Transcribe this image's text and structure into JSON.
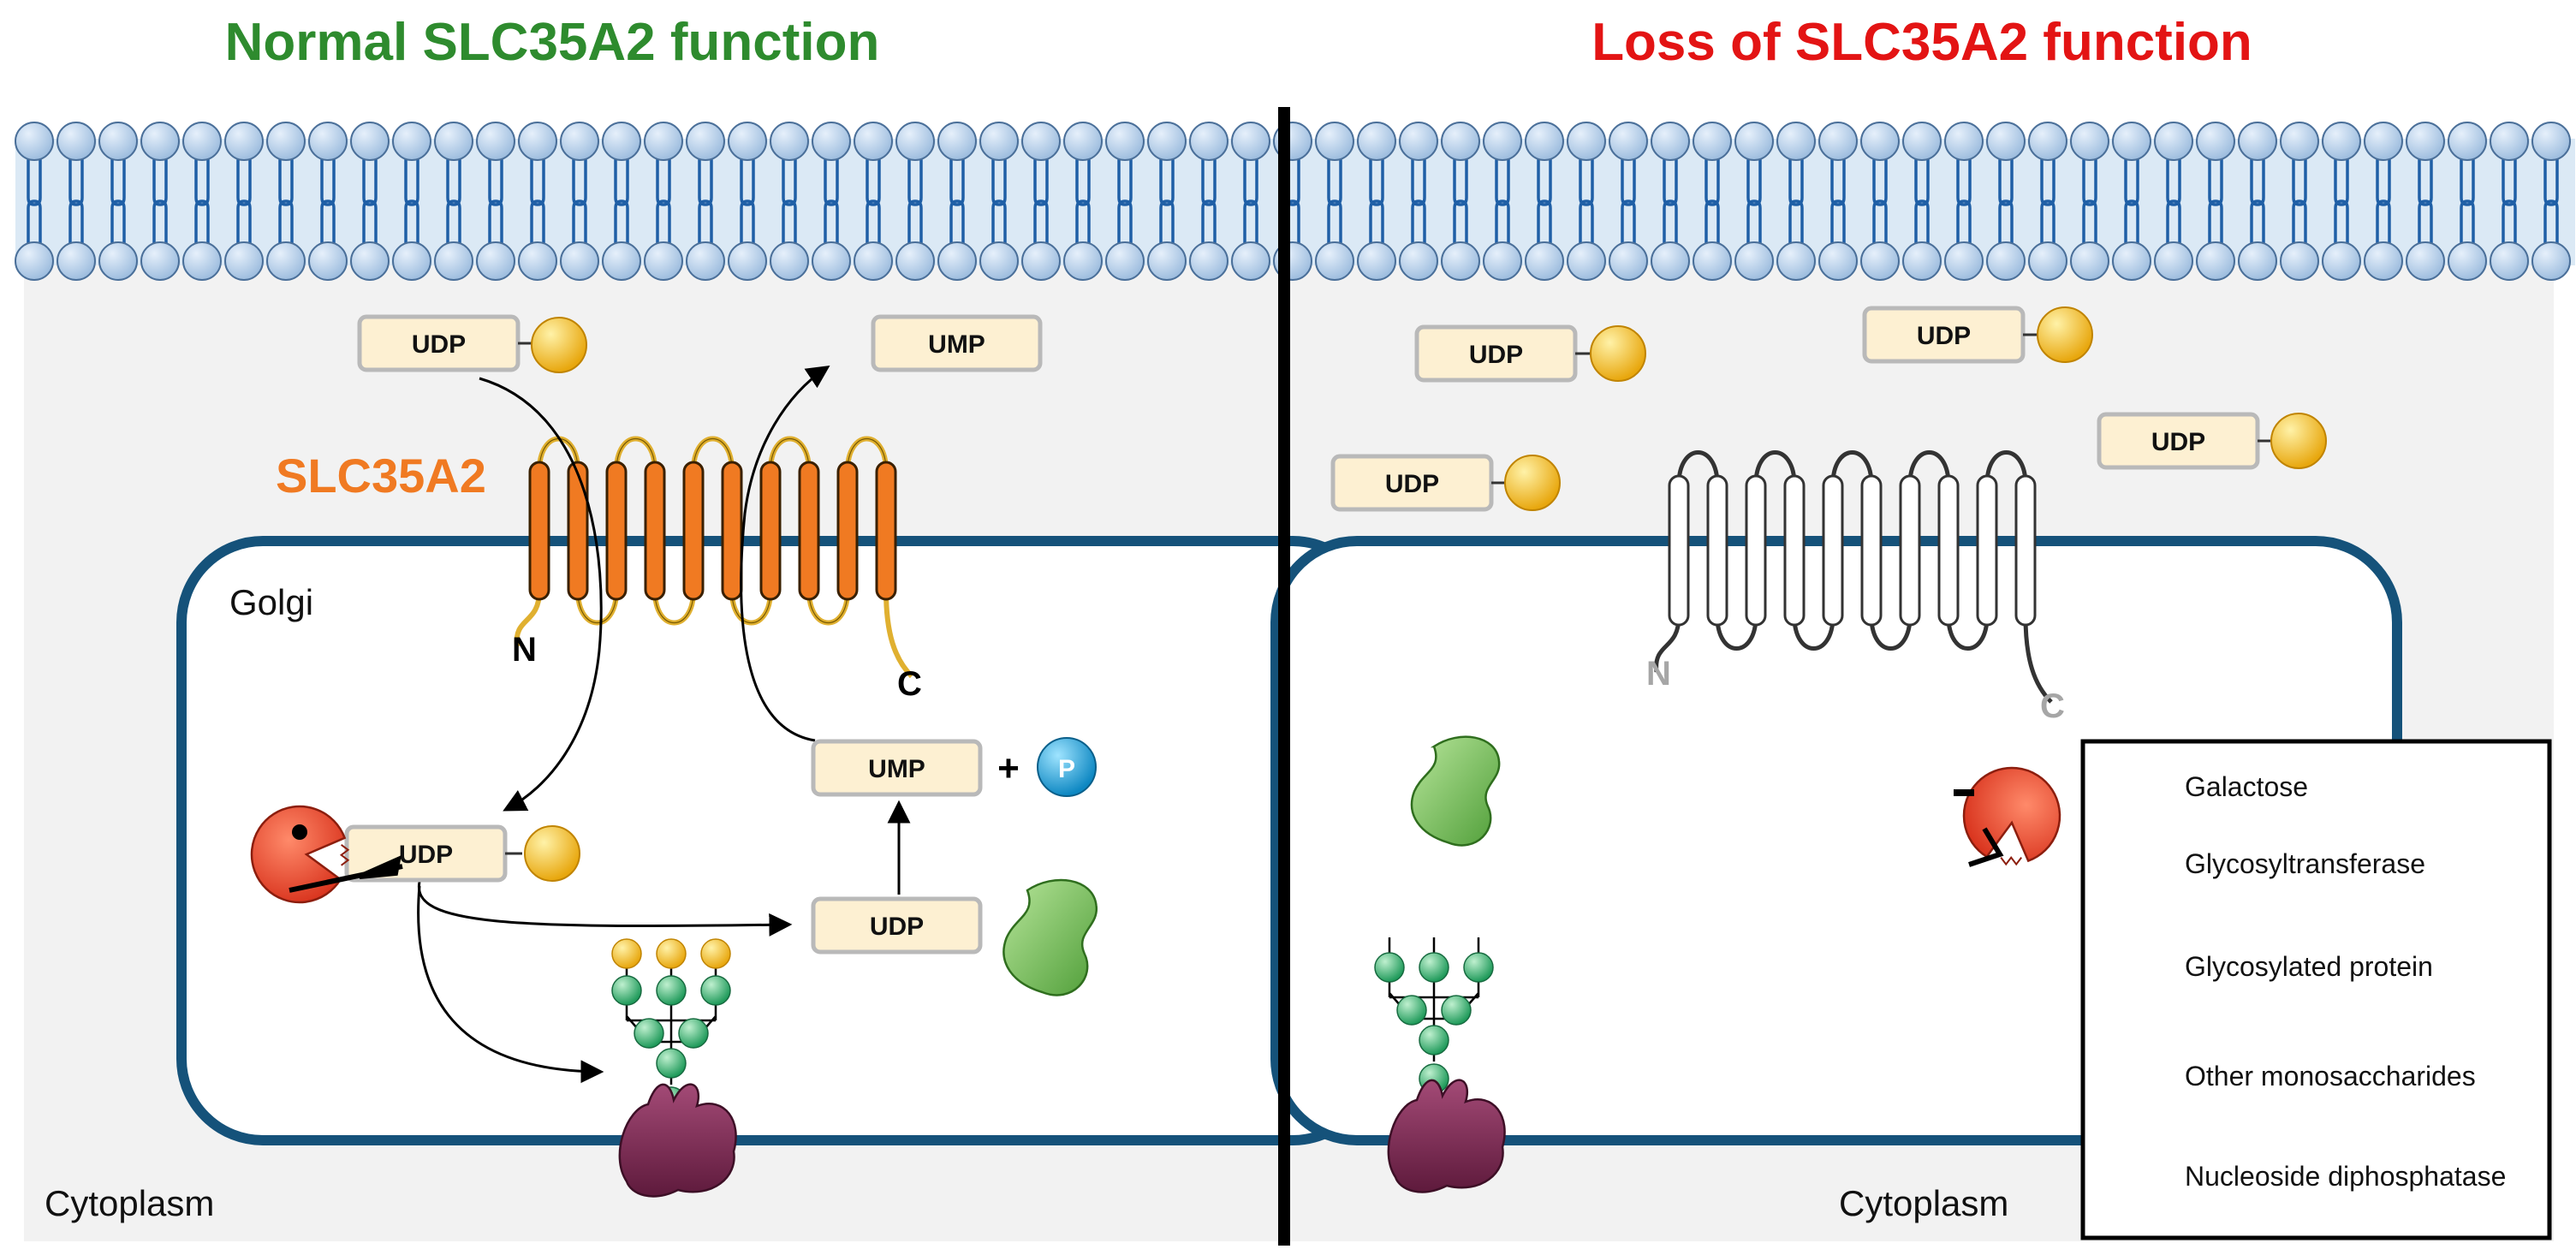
{
  "titles": {
    "left": "Normal SLC35A2 function",
    "right": "Loss of SLC35A2 function"
  },
  "colors": {
    "left_title": "#2e8b2e",
    "right_title": "#e31414",
    "slc_orange": "#f07a22",
    "golgi_outline": "#15527a",
    "lipid_head": "#b7cfe8",
    "lipid_tail": "#1f5fa6",
    "galactose": "#f2c31b",
    "glycosyltransferase": "#e94a2e",
    "monosaccharide": "#3aaa72",
    "protein": "#7a2450",
    "phosphatase": "#7cc05a",
    "phosphate": "#1ca3d9",
    "box_fill": "#fdf0d2",
    "box_border": "#b9b9b9"
  },
  "labels": {
    "slc35a2": "SLC35A2",
    "golgi": "Golgi",
    "cytoplasm_left": "Cytoplasm",
    "cytoplasm_right": "Cytoplasm",
    "n_left": "N",
    "c_left": "C",
    "n_right": "N",
    "c_right": "C",
    "plus": "+",
    "phosphate": "P"
  },
  "boxes": {
    "udp": "UDP",
    "ump": "UMP"
  },
  "legend": {
    "items": [
      {
        "icon": "galactose-icon",
        "label": "Galactose"
      },
      {
        "icon": "glycosyltransferase-icon",
        "label": "Glycosyltransferase"
      },
      {
        "icon": "glycosylated-protein-icon",
        "label": "Glycosylated protein"
      },
      {
        "icon": "monosaccharide-icon",
        "label": "Other monosaccharides"
      },
      {
        "icon": "phosphatase-icon",
        "label": "Nucleoside diphosphatase"
      }
    ]
  }
}
